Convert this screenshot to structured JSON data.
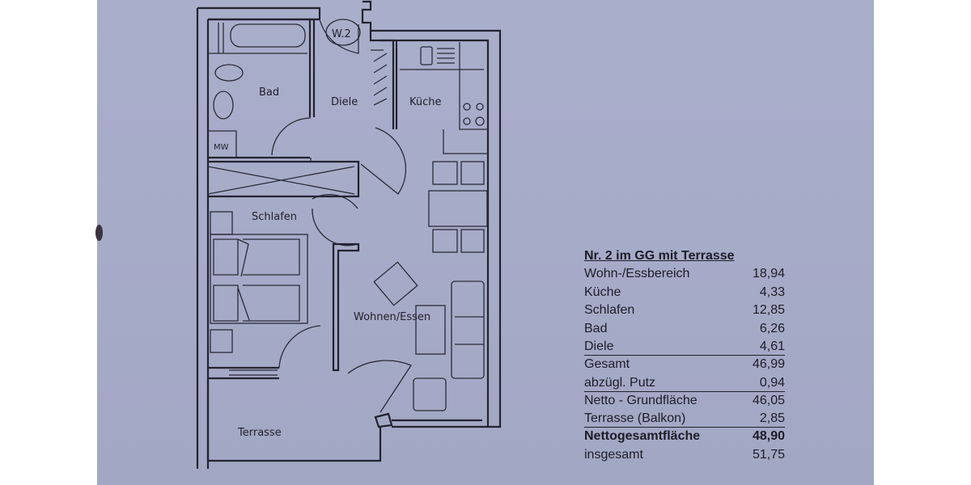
{
  "plan": {
    "unit_tag": "W.2",
    "rooms": {
      "bad": "Bad",
      "diele": "Diele",
      "kueche": "Küche",
      "schlafen": "Schlafen",
      "wohnen": "Wohnen/Essen",
      "terrasse": "Terrasse",
      "mw": "MW"
    }
  },
  "area_table": {
    "title": "Nr. 2 im GG mit Terrasse",
    "rows": [
      {
        "label": "Wohn-/Essbereich",
        "value": "18,94"
      },
      {
        "label": "Küche",
        "value": "4,33"
      },
      {
        "label": "Schlafen",
        "value": "12,85"
      },
      {
        "label": "Bad",
        "value": "6,26"
      },
      {
        "label": "Diele",
        "value": "4,61"
      },
      {
        "label": "Gesamt",
        "value": "46,99"
      },
      {
        "label": "abzügl. Putz",
        "value": "0,94"
      },
      {
        "label": "Netto - Grundfläche",
        "value": "46,05"
      },
      {
        "label": "Terrasse (Balkon)",
        "value": "2,85"
      },
      {
        "label": "Nettogesamtfläche",
        "value": "48,90"
      },
      {
        "label": "insgesamt",
        "value": "51,75"
      }
    ]
  }
}
